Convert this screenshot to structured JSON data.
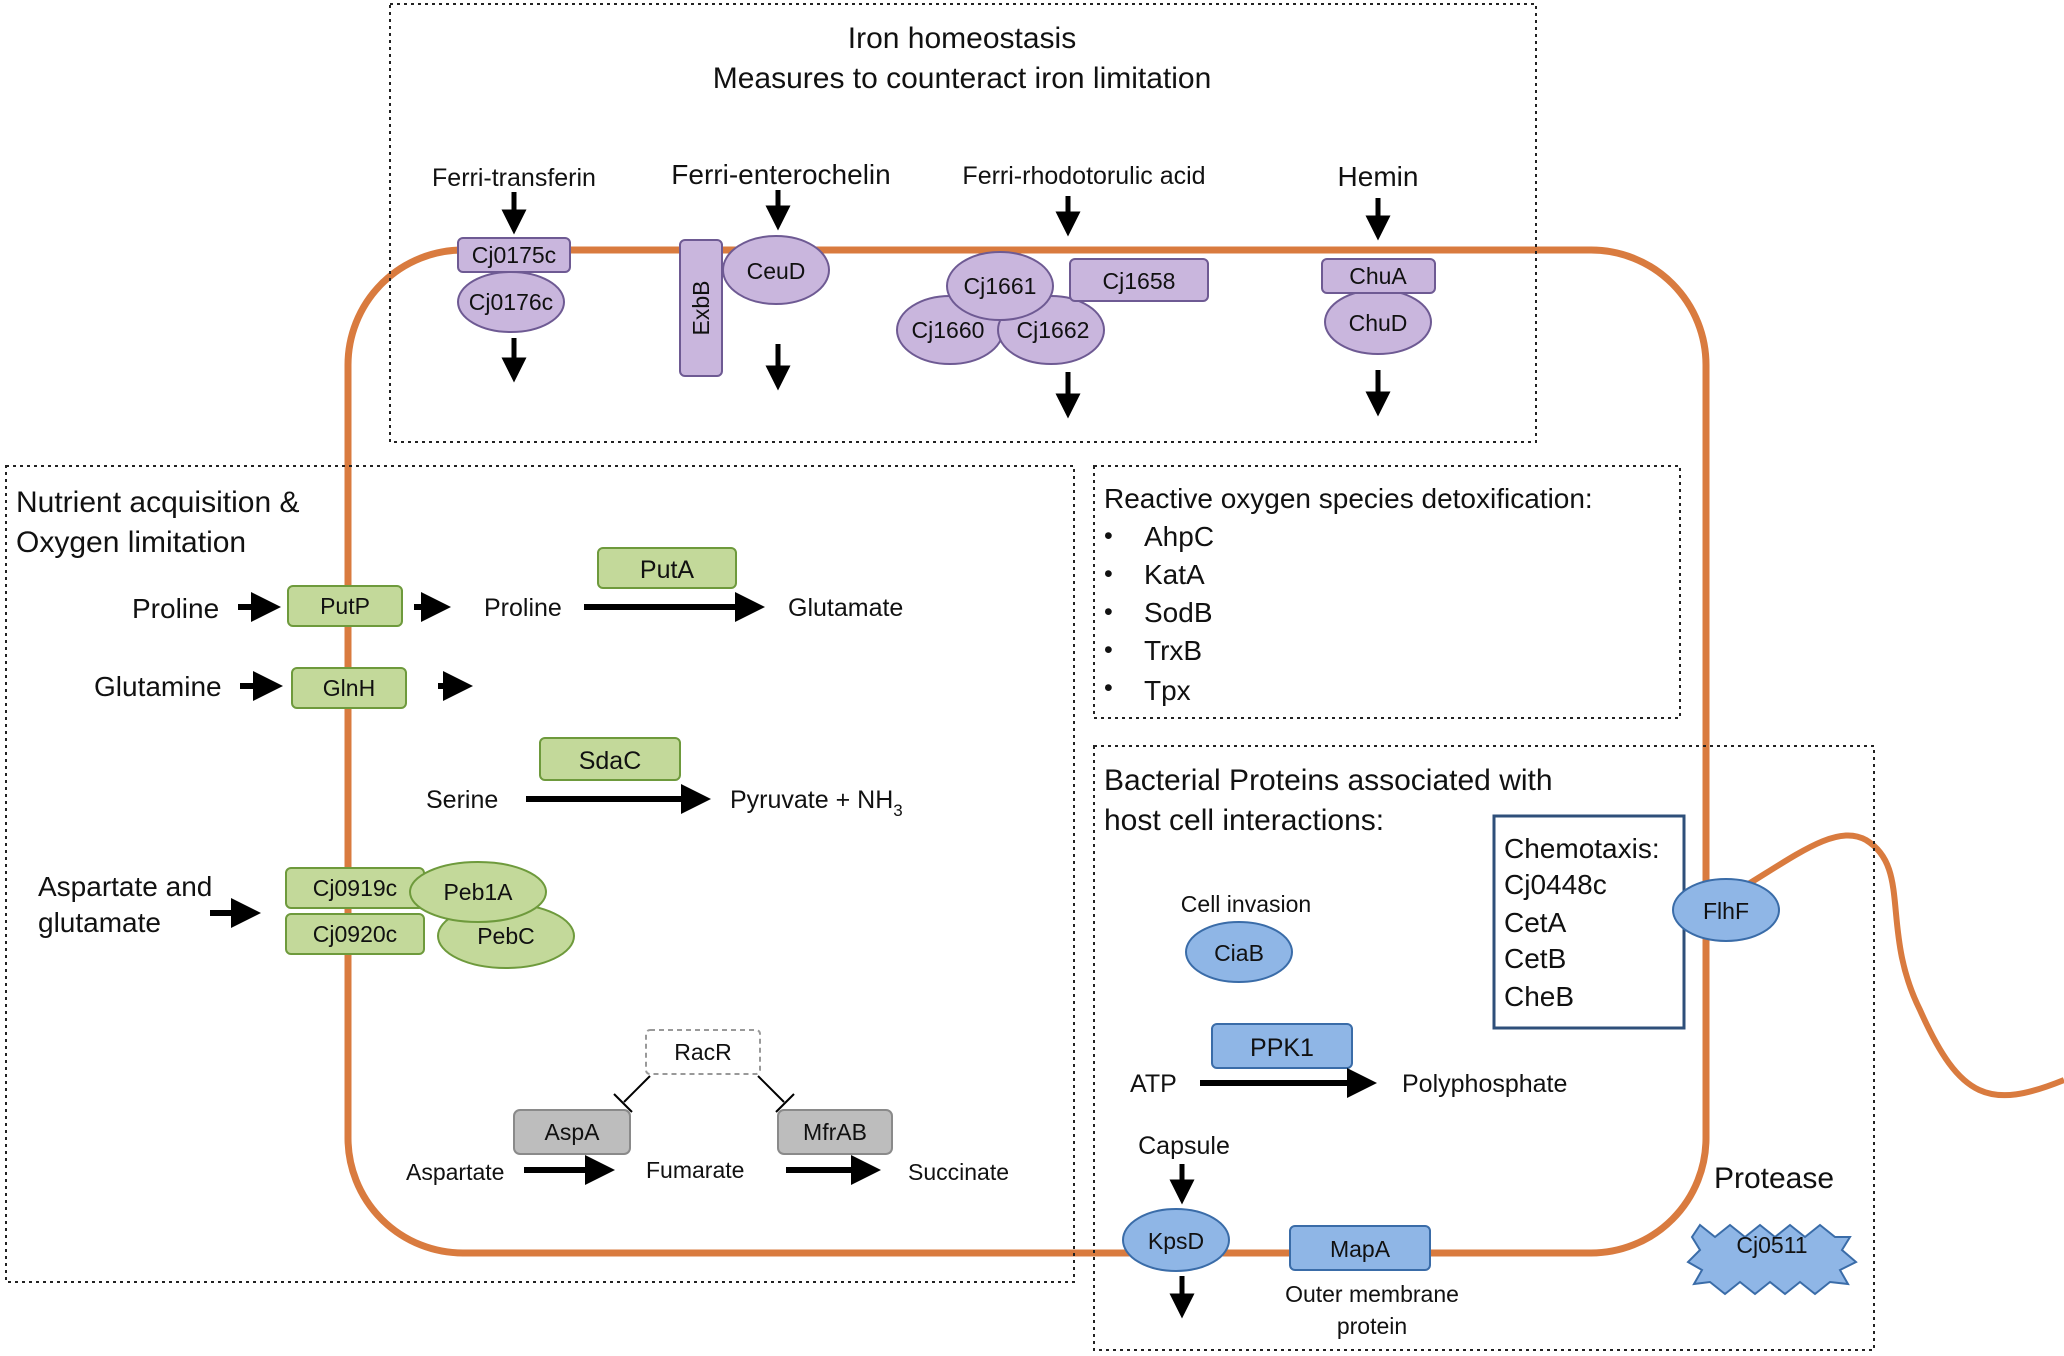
{
  "iron": {
    "title1": "Iron homeostasis",
    "title2": "Measures to counteract iron limitation",
    "ferri_transferrin": "Ferri-transferin",
    "ferri_enterochelin": "Ferri-enterochelin",
    "ferri_rhodotorulic": "Ferri-rhodotorulic acid",
    "hemin": "Hemin",
    "proteins": {
      "cj0175c": "Cj0175c",
      "cj0176c": "Cj0176c",
      "exbb": "ExbB",
      "ceud": "CeuD",
      "cj1661": "Cj1661",
      "cj1658": "Cj1658",
      "cj1660": "Cj1660",
      "cj1662": "Cj1662",
      "chua": "ChuA",
      "chud": "ChuD"
    }
  },
  "nutrient": {
    "title1": "Nutrient acquisition &",
    "title2": "Oxygen limitation",
    "proline_out": "Proline",
    "putp": "PutP",
    "proline_in": "Proline",
    "puta": "PutA",
    "glutamate": "Glutamate",
    "glutamine": "Glutamine",
    "glnh": "GlnH",
    "sdac": "SdaC",
    "serine": "Serine",
    "pyruvate": "Pyruvate + NH",
    "pyruvate_sub": "3",
    "asp_glu1": "Aspartate and",
    "asp_glu2": "glutamate",
    "cj0919c": "Cj0919c",
    "cj0920c": "Cj0920c",
    "peb1a": "Peb1A",
    "pebc": "PebC",
    "racr": "RacR",
    "aspa": "AspA",
    "mfrab": "MfrAB",
    "aspartate": "Aspartate",
    "fumarate": "Fumarate",
    "succinate": "Succinate"
  },
  "ros": {
    "title": "Reactive oxygen species detoxification:",
    "bullet": "•",
    "items": [
      "AhpC",
      "KatA",
      "SodB",
      "TrxB",
      "Tpx"
    ]
  },
  "host": {
    "title1": "Bacterial Proteins associated with",
    "title2": "host cell interactions:",
    "chemotaxis": [
      "Chemotaxis:",
      "Cj0448c",
      "CetA",
      "CetB",
      "CheB"
    ],
    "flhf": "FlhF",
    "cell_invasion": "Cell invasion",
    "ciab": "CiaB",
    "ppk1": "PPK1",
    "atp": "ATP",
    "polyphosphate": "Polyphosphate",
    "capsule": "Capsule",
    "kpsd": "KpsD",
    "mapa": "MapA",
    "omp1": "Outer membrane",
    "omp2": "protein",
    "protease": "Protease",
    "cj0511": "Cj0511"
  },
  "colors": {
    "membrane": "#D97B3F",
    "purple_fill": "#C9B6DD",
    "purple_stroke": "#6E5A93",
    "green_fill": "#C3D99A",
    "green_stroke": "#6E9A3C",
    "blue_fill": "#8FB6E6",
    "blue_stroke": "#3A6CA8",
    "grey_fill": "#BDBDBD",
    "chemotaxis_frame": "#2E4F7A"
  }
}
